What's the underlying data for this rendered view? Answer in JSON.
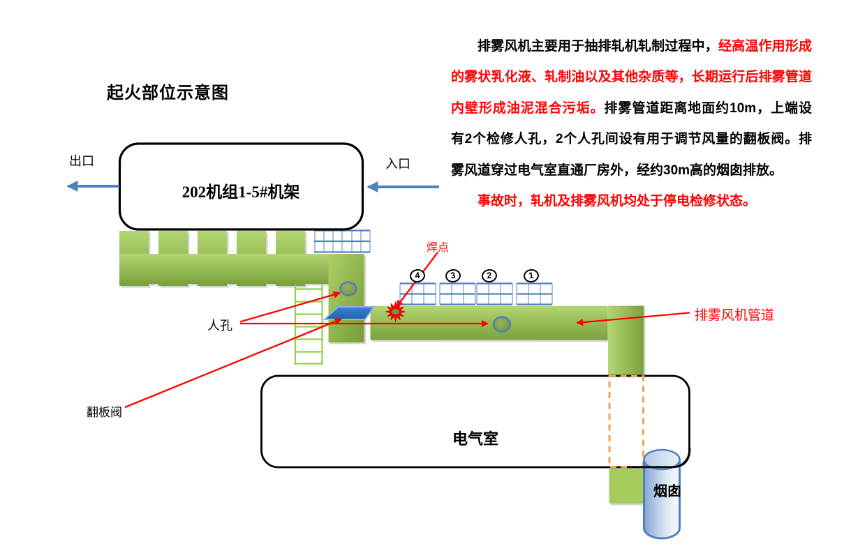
{
  "page": {
    "background": "#ffffff"
  },
  "title": "起火部位示意图",
  "description": {
    "lines": [
      {
        "indent": true,
        "justify": true,
        "segments": [
          {
            "text": "排雾风机主要用于抽排轧机轧制过程中，",
            "color": "#000000"
          },
          {
            "text": "经高温作用形成",
            "color": "#ff0000"
          }
        ]
      },
      {
        "indent": false,
        "justify": true,
        "segments": [
          {
            "text": "的雾状乳化液、轧制油以及其他杂质等，长期运行后排雾管道",
            "color": "#ff0000"
          }
        ]
      },
      {
        "indent": false,
        "justify": true,
        "segments": [
          {
            "text": "内壁形成油泥混合污垢。",
            "color": "#ff0000"
          },
          {
            "text": "排雾管道距离地面约10m，上端设",
            "color": "#000000"
          }
        ]
      },
      {
        "indent": false,
        "justify": true,
        "segments": [
          {
            "text": "有2个检修人孔，2个人孔间设有用于调节风量的翻板阀。排",
            "color": "#000000"
          }
        ]
      },
      {
        "indent": false,
        "justify": false,
        "segments": [
          {
            "text": "雾风道穿过电气室直通厂房外，经约30m高的烟囱排放。",
            "color": "#000000"
          }
        ]
      },
      {
        "indent": true,
        "justify": false,
        "segments": [
          {
            "text": "事故时，轧机及排雾风机均处于停电检修状态。",
            "color": "#ff0000"
          }
        ]
      }
    ]
  },
  "diagram": {
    "exit_label": "出口",
    "entry_label": "入口",
    "mill_box_label": "202机组1-5#机架",
    "weld_point_label": "焊点",
    "manhole_label": "人孔",
    "flap_valve_label": "翻板阀",
    "fan_duct_label": "排雾风机管道",
    "electrical_room_label": "电气室",
    "chimney_label": "烟囱",
    "duct_numbers": [
      "4",
      "3",
      "2",
      "1"
    ]
  },
  "colors": {
    "duct_green": "#8fb84a",
    "ladder_green": "#92d050",
    "arrow_blue": "#4f81bd",
    "grid_blue": "#95b3d7",
    "valve_blue": "#2e75b6",
    "annotation_red": "#ff0000",
    "dashed_orange": "#f2a254",
    "text_black": "#000000"
  }
}
